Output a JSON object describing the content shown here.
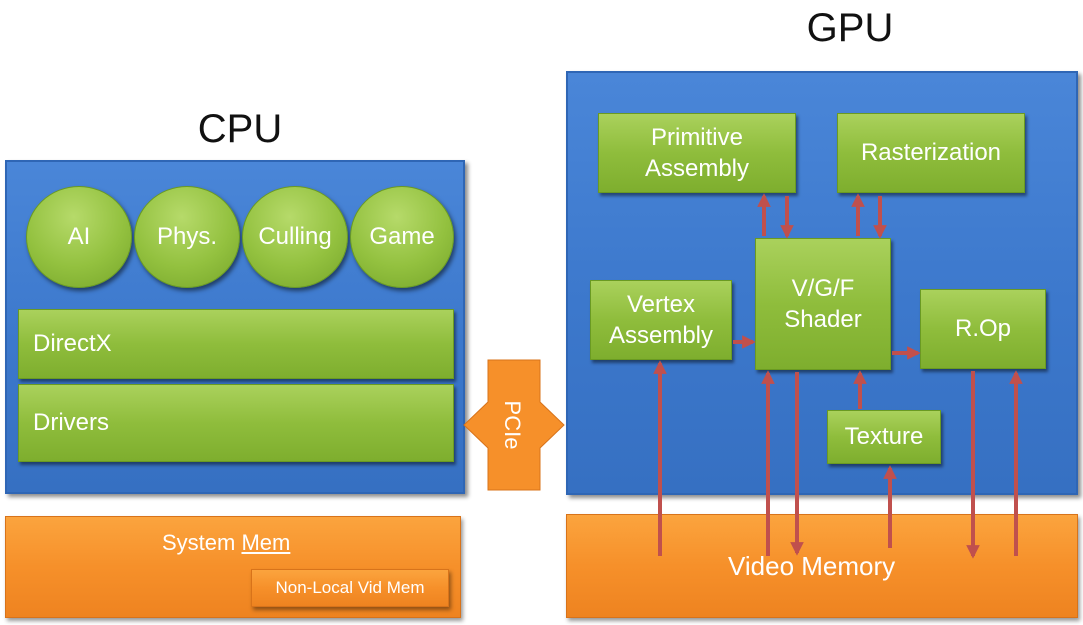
{
  "cpu": {
    "title": "CPU",
    "circles": [
      "AI",
      "Phys.",
      "Culling",
      "Game"
    ],
    "directx": "DirectX",
    "drivers": "Drivers"
  },
  "gpu": {
    "title": "GPU",
    "primitive_assembly": "Primitive Assembly",
    "rasterization": "Rasterization",
    "vertex_assembly": "Vertex Assembly",
    "shader": "V/G/F Shader",
    "rop": "R.Op",
    "texture": "Texture"
  },
  "bus": {
    "label": "PCIe"
  },
  "system_mem": {
    "label_prefix": "System ",
    "label_underlined": "Mem",
    "non_local": "Non-Local Vid Mem"
  },
  "video_memory": {
    "label": "Video Memory"
  },
  "colors": {
    "panel_blue": "#3c78cc",
    "block_green": "#8fbd3c",
    "memory_orange": "#f6902a",
    "arrow_red": "#c0504d"
  }
}
